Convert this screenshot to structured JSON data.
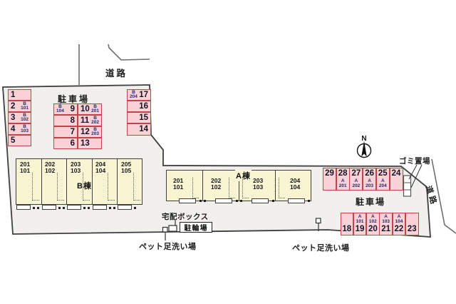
{
  "labels": {
    "road_top": "道路",
    "road_right": "道路",
    "parking_left": "駐車場",
    "parking_right": "駐車場",
    "trash": "ゴミ置場",
    "delivery_box": "宅配ボックス",
    "bicycle": "駐輪場",
    "pet_wash_1": "ペット足洗い場",
    "pet_wash_2": "ペット足洗い場",
    "north": "N"
  },
  "colors": {
    "site_fill": "#f1f0ed",
    "boundary": "#3f3f3f",
    "parking_fill": "#f8d2d7",
    "parking_border": "#c4434b",
    "building_fill": "#f9f5d3",
    "number_color": "#141428",
    "unit_label_color": "#1e2a6e"
  },
  "parking": {
    "left_column": {
      "cells": [
        {
          "number": "1"
        },
        {
          "number": "2",
          "building": "B",
          "room": "101"
        },
        {
          "number": "3",
          "building": "B",
          "room": "102"
        },
        {
          "number": "4",
          "building": "B",
          "room": "103"
        },
        {
          "number": "5"
        }
      ]
    },
    "center_grid": {
      "rows": [
        {
          "left": {
            "building": "B",
            "room": "104",
            "number": "9"
          },
          "right": {
            "number": "10",
            "building": "B",
            "room": "201"
          }
        },
        {
          "left": {
            "number": "8"
          },
          "right": {
            "number": "11",
            "building": "B",
            "room": "202"
          }
        },
        {
          "left": {
            "number": "7"
          },
          "right": {
            "number": "12",
            "building": "B",
            "room": "203"
          }
        },
        {
          "left": {
            "number": "6"
          },
          "right": {
            "number": "13"
          }
        }
      ]
    },
    "right_column": {
      "cells": [
        {
          "number": "17",
          "building": "B",
          "room": "204"
        },
        {
          "number": "16"
        },
        {
          "number": "15"
        },
        {
          "number": "14"
        }
      ]
    },
    "upper_right_row": {
      "cells": [
        {
          "number": "29"
        },
        {
          "number": "28",
          "building": "A",
          "room": "201"
        },
        {
          "number": "27",
          "building": "A",
          "room": "202"
        },
        {
          "number": "26",
          "building": "A",
          "room": "203"
        },
        {
          "number": "25",
          "building": "A",
          "room": "204"
        },
        {
          "number": "24"
        }
      ]
    },
    "lower_right_row": {
      "cells": [
        {
          "number": "18"
        },
        {
          "number": "19",
          "building": "A",
          "room": "101"
        },
        {
          "number": "20",
          "building": "A",
          "room": "102"
        },
        {
          "number": "21",
          "building": "A",
          "room": "103"
        },
        {
          "number": "22",
          "building": "A",
          "room": "104"
        },
        {
          "number": "23"
        }
      ]
    }
  },
  "buildings": {
    "b": {
      "name": "B棟",
      "units": [
        {
          "upper": "201",
          "lower": "101"
        },
        {
          "upper": "202",
          "lower": "102"
        },
        {
          "upper": "203",
          "lower": "103"
        },
        {
          "upper": "204",
          "lower": "104"
        },
        {
          "upper": "205",
          "lower": "105"
        }
      ]
    },
    "a": {
      "name": "A棟",
      "units": [
        {
          "upper": "201",
          "lower": "101"
        },
        {
          "upper": "202",
          "lower": "102"
        },
        {
          "upper": "203",
          "lower": "103"
        },
        {
          "upper": "204",
          "lower": "104"
        }
      ]
    }
  }
}
